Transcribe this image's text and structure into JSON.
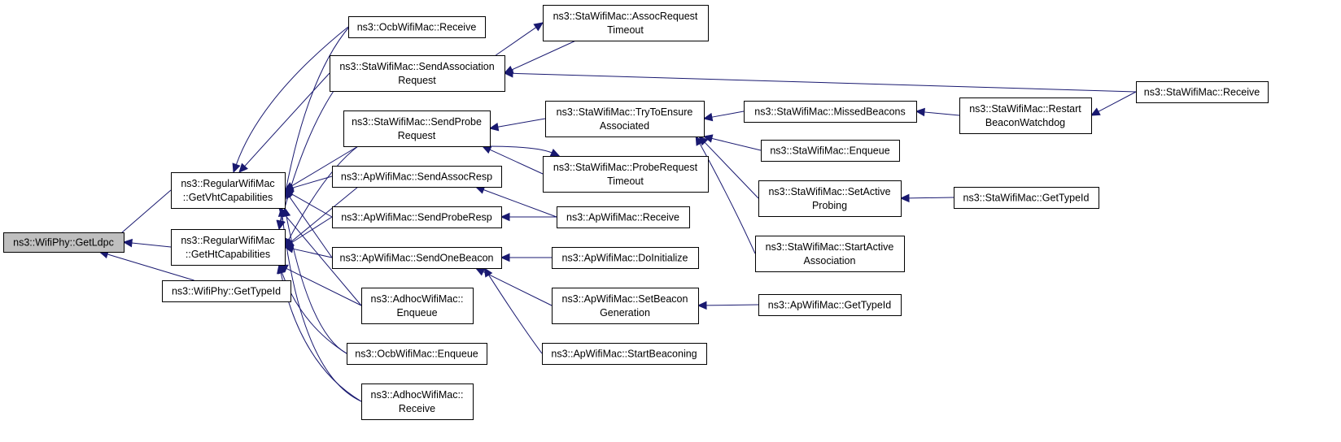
{
  "edge_color": "#191970",
  "root_fill": "#bfbfbf",
  "nodes": [
    {
      "id": "getldpc",
      "lines": [
        "ns3::WifiPhy::GetLdpc"
      ]
    },
    {
      "id": "getvht",
      "lines": [
        "ns3::RegularWifiMac",
        "::GetVhtCapabilities"
      ]
    },
    {
      "id": "getht",
      "lines": [
        "ns3::RegularWifiMac",
        "::GetHtCapabilities"
      ]
    },
    {
      "id": "phytypeid",
      "lines": [
        "ns3::WifiPhy::GetTypeId"
      ]
    },
    {
      "id": "ocbrecv",
      "lines": [
        "ns3::OcbWifiMac::Receive"
      ]
    },
    {
      "id": "sendassoc",
      "lines": [
        "ns3::StaWifiMac::SendAssociation",
        "Request"
      ]
    },
    {
      "id": "sendprobe",
      "lines": [
        "ns3::StaWifiMac::SendProbe",
        "Request"
      ]
    },
    {
      "id": "assocresp",
      "lines": [
        "ns3::ApWifiMac::SendAssocResp"
      ]
    },
    {
      "id": "proberesp",
      "lines": [
        "ns3::ApWifiMac::SendProbeResp"
      ]
    },
    {
      "id": "onebeacon",
      "lines": [
        "ns3::ApWifiMac::SendOneBeacon"
      ]
    },
    {
      "id": "adhocenq",
      "lines": [
        "ns3::AdhocWifiMac::",
        "Enqueue"
      ]
    },
    {
      "id": "ocbenq",
      "lines": [
        "ns3::OcbWifiMac::Enqueue"
      ]
    },
    {
      "id": "adhocrecv",
      "lines": [
        "ns3::AdhocWifiMac::",
        "Receive"
      ]
    },
    {
      "id": "assoctimeout",
      "lines": [
        "ns3::StaWifiMac::AssocRequest",
        "Timeout"
      ]
    },
    {
      "id": "trytoensure",
      "lines": [
        "ns3::StaWifiMac::TryToEnsure",
        "Associated"
      ]
    },
    {
      "id": "probetimeout",
      "lines": [
        "ns3::StaWifiMac::ProbeRequest",
        "Timeout"
      ]
    },
    {
      "id": "aprecv",
      "lines": [
        "ns3::ApWifiMac::Receive"
      ]
    },
    {
      "id": "doinit",
      "lines": [
        "ns3::ApWifiMac::DoInitialize"
      ]
    },
    {
      "id": "setbeacon",
      "lines": [
        "ns3::ApWifiMac::SetBeacon",
        "Generation"
      ]
    },
    {
      "id": "startbeacon",
      "lines": [
        "ns3::ApWifiMac::StartBeaconing"
      ]
    },
    {
      "id": "missed",
      "lines": [
        "ns3::StaWifiMac::MissedBeacons"
      ]
    },
    {
      "id": "staenq",
      "lines": [
        "ns3::StaWifiMac::Enqueue"
      ]
    },
    {
      "id": "setactive",
      "lines": [
        "ns3::StaWifiMac::SetActive",
        "Probing"
      ]
    },
    {
      "id": "startactive",
      "lines": [
        "ns3::StaWifiMac::StartActive",
        "Association"
      ]
    },
    {
      "id": "aptypeid",
      "lines": [
        "ns3::ApWifiMac::GetTypeId"
      ]
    },
    {
      "id": "restart",
      "lines": [
        "ns3::StaWifiMac::Restart",
        "BeaconWatchdog"
      ]
    },
    {
      "id": "statypeid",
      "lines": [
        "ns3::StaWifiMac::GetTypeId"
      ]
    },
    {
      "id": "starecv",
      "lines": [
        "ns3::StaWifiMac::Receive"
      ]
    }
  ]
}
